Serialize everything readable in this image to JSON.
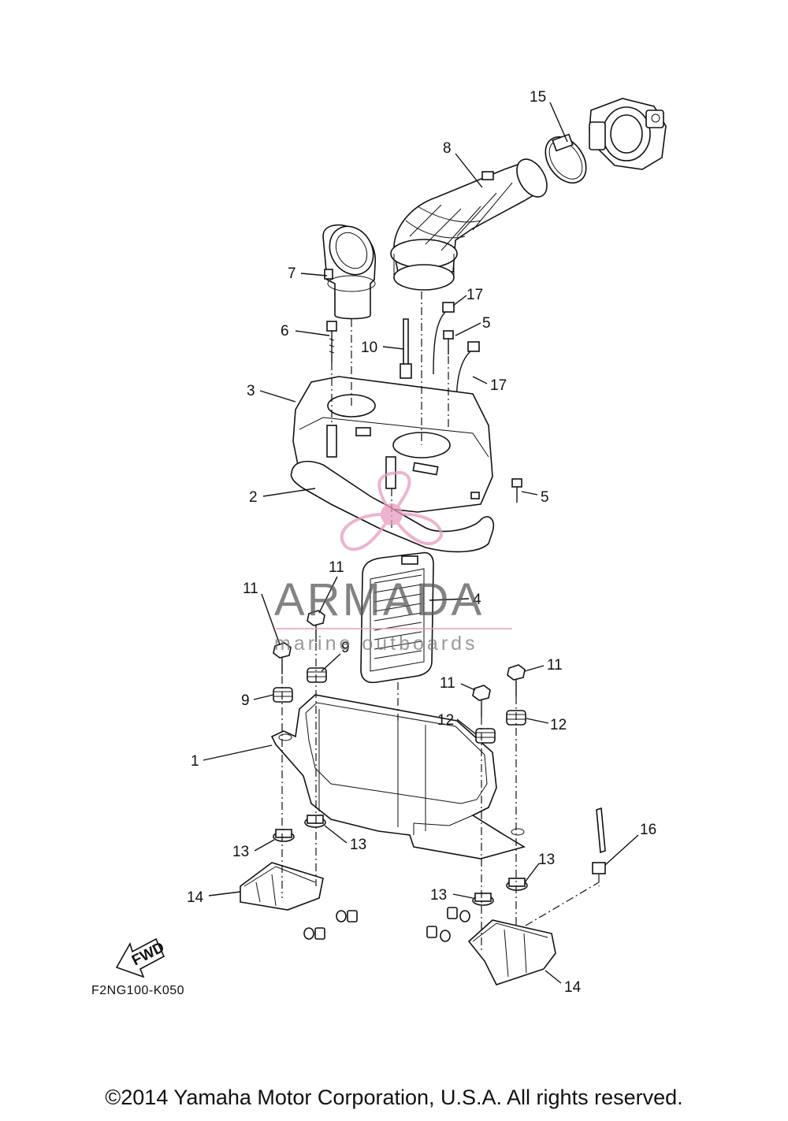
{
  "diagram": {
    "code": "F2NG100-K050",
    "copyright": "©2014 Yamaha Motor Corporation, U.S.A. All rights reserved.",
    "fwd_label": "FWD",
    "watermark": {
      "name": "ARMADA",
      "subtitle": "marine outboards",
      "color": "#e79ac0"
    },
    "callouts": {
      "c1": "1",
      "c2": "2",
      "c3": "3",
      "c4": "4",
      "c5a": "5",
      "c5b": "5",
      "c6": "6",
      "c7": "7",
      "c8": "8",
      "c9a": "9",
      "c9b": "9",
      "c10": "10",
      "c11a": "11",
      "c11b": "11",
      "c11c": "11",
      "c11d": "11",
      "c12a": "12",
      "c12b": "12",
      "c13a": "13",
      "c13b": "13",
      "c13c": "13",
      "c13d": "13",
      "c14a": "14",
      "c14b": "14",
      "c15": "15",
      "c16": "16",
      "c17a": "17",
      "c17b": "17"
    }
  }
}
